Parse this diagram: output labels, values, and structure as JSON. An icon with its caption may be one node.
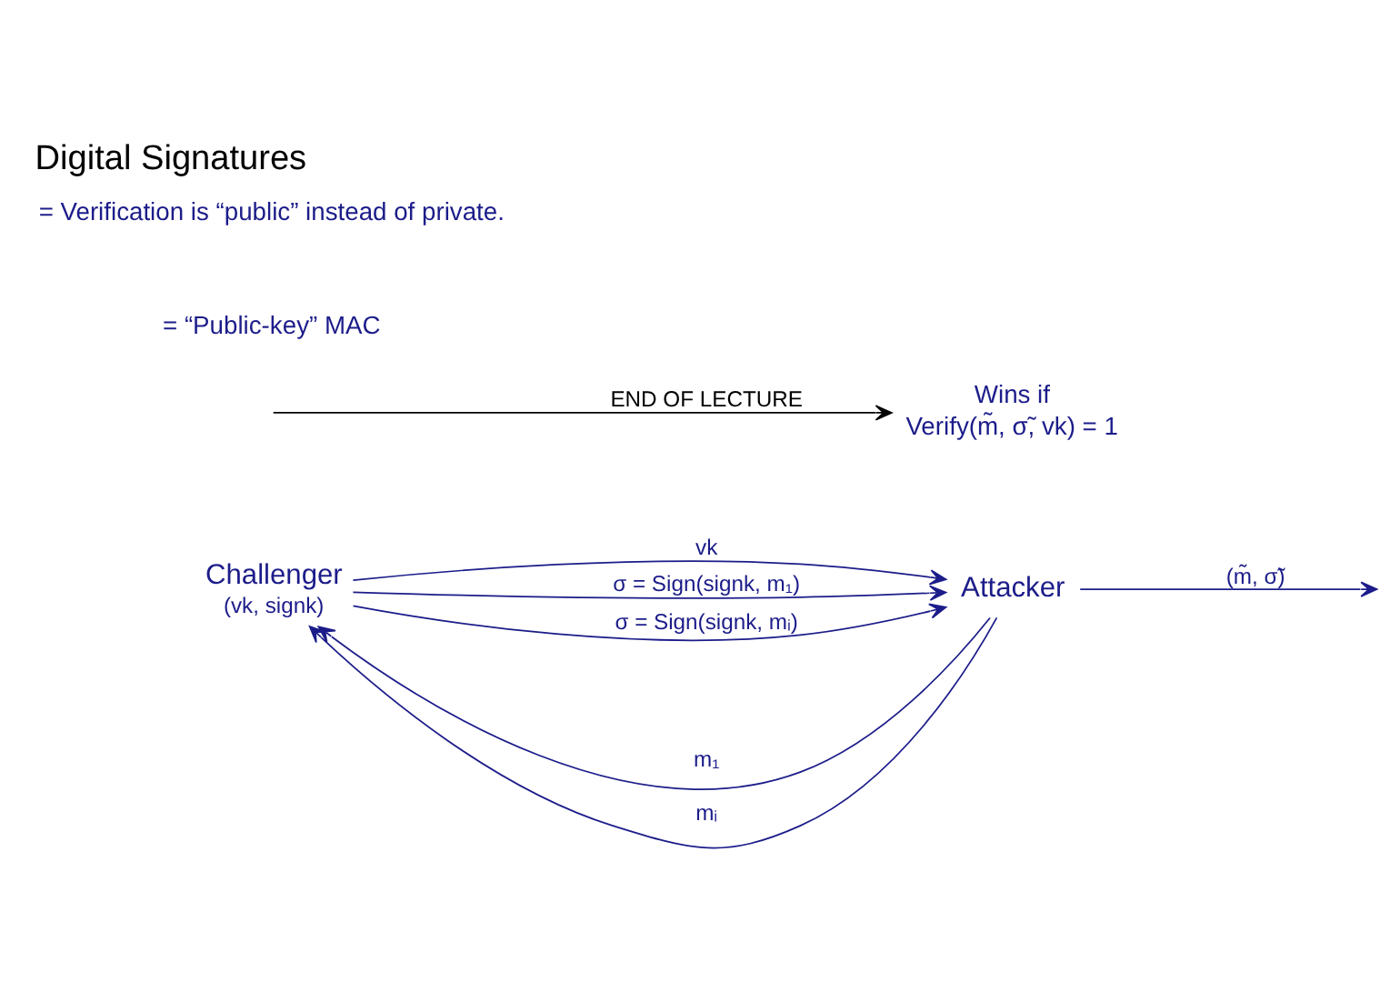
{
  "diagram": {
    "title": "Digital Signatures",
    "nodes": [
      {
        "text": [
          "Challenger"
        ],
        "beside": [
          "(vk, signk)"
        ]
      },
      {
        "text": [
          "Attacker"
        ]
      },
      {
        "text": [
          "Wins if",
          "Verify(m̃, σ̃, vk) = 1"
        ]
      }
    ],
    "edges": [
      {
        "from": 0,
        "to": 1,
        "arrow": "to",
        "label": "vk"
      },
      {
        "from": 1,
        "to": 0,
        "arrow": "to",
        "label": "m₁"
      },
      {
        "from": 0,
        "to": 1,
        "arrow": "to",
        "label": "σ = Sign(signk, m₁)"
      },
      {
        "from": 1,
        "to": 0,
        "arrow": "to",
        "label": "mᵢ"
      },
      {
        "from": 0,
        "to": 1,
        "arrow": "to",
        "label": "σ = Sign(signk, mᵢ)"
      },
      {
        "from": 1,
        "to": null,
        "arrow": "to",
        "label": "(m̃, σ̃)"
      },
      {
        "from": null,
        "to": 2,
        "arrow": "to",
        "label": "END OF LECTURE",
        "color": "#000000"
      }
    ],
    "labels": [
      "= “Public-key” MAC",
      "= Verification is “public” instead of private."
    ]
  }
}
